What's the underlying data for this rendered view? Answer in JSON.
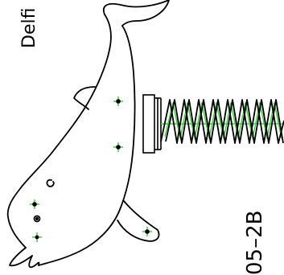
{
  "drawing": {
    "title_text": "Delfi",
    "model_code": "05–2B",
    "subject": "dolphin-on-spring-rider",
    "colors": {
      "outline": "#000000",
      "spring_highlight": "#2fd42f",
      "marker": "#1fbf1f",
      "background": "#ffffff"
    }
  }
}
